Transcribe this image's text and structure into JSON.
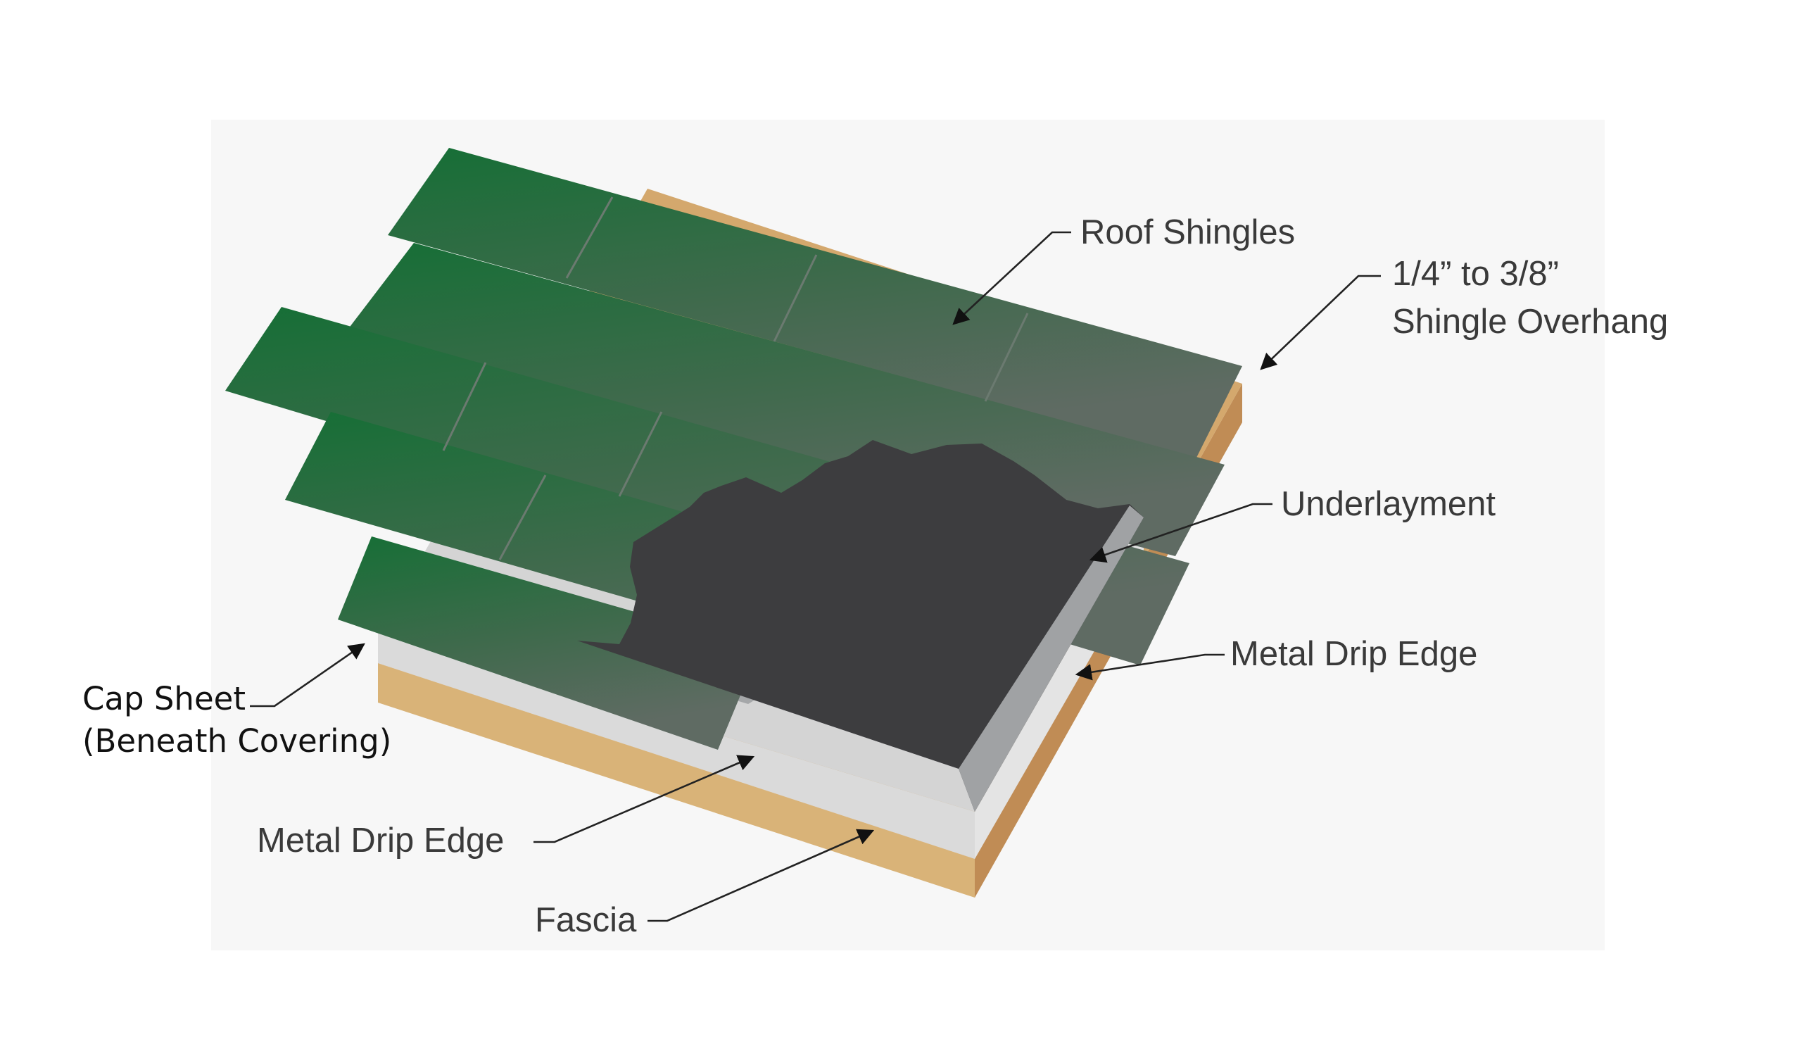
{
  "labels": {
    "roof_shingles": "Roof Shingles",
    "overhang_line1": "1/4” to 3/8”",
    "overhang_line2": "Shingle Overhang",
    "underlayment": "Underlayment",
    "metal_drip_edge_right": "Metal Drip Edge",
    "cap_sheet_line1": "Cap Sheet",
    "cap_sheet_line2": "(Beneath Covering)",
    "metal_drip_edge_left": "Metal Drip Edge",
    "fascia": "Fascia"
  },
  "colors": {
    "shingle_dark": "#1f6b36",
    "shingle_light": "#5d6b62",
    "underlayment": "#3d3d3f",
    "cap_sheet": "#a3a5a7",
    "drip_edge": "#dcdcdc",
    "fascia_front": "#d9b378",
    "fascia_side": "#c08c55"
  }
}
